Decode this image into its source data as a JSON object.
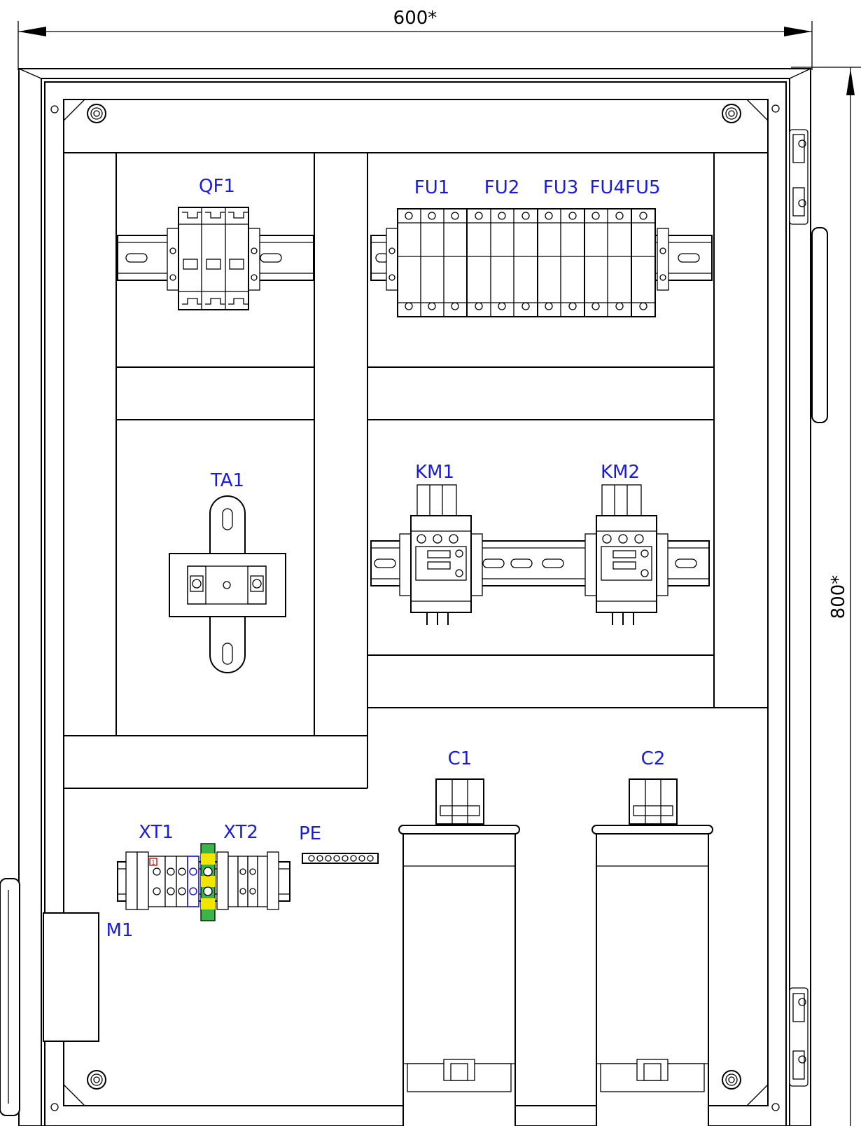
{
  "dimensions": {
    "width": "600*",
    "height": "800*"
  },
  "labels": {
    "qf1": "QF1",
    "fu1": "FU1",
    "fu2": "FU2",
    "fu3": "FU3",
    "fu45": "FU4FU5",
    "ta1": "TA1",
    "km1": "KM1",
    "km2": "KM2",
    "c1": "C1",
    "c2": "C2",
    "xt1": "XT1",
    "xt2": "XT2",
    "pe": "PE",
    "m1": "M1",
    "terminal_marker": "1"
  },
  "colors": {
    "label_text": "#1a1adf",
    "line": "#000000",
    "ground_green": "#3bb54a",
    "ground_yellow": "#f2e600",
    "neutral_blue": "#1a1adf",
    "marker_red": "#d42020"
  }
}
